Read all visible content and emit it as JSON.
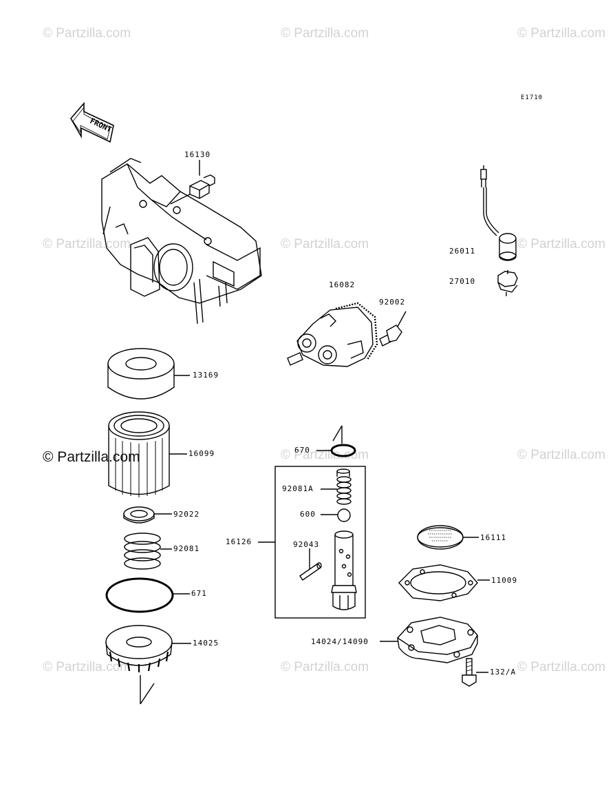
{
  "watermark": "© Partzilla.com",
  "diagram_code": "E1710",
  "front_label": "FRONT",
  "parts": {
    "p16130": "16130",
    "p26011": "26011",
    "p27010": "27010",
    "p16082": "16082",
    "p92002": "92002",
    "p13169": "13169",
    "p16099": "16099",
    "p92022": "92022",
    "p92081": "92081",
    "p671": "671",
    "p14025": "14025",
    "p670": "670",
    "p92081A": "92081A",
    "p600": "600",
    "p16126": "16126",
    "p92043": "92043",
    "p16111": "16111",
    "p11009": "11009",
    "p14024": "14024/14090",
    "p132": "132/A"
  }
}
